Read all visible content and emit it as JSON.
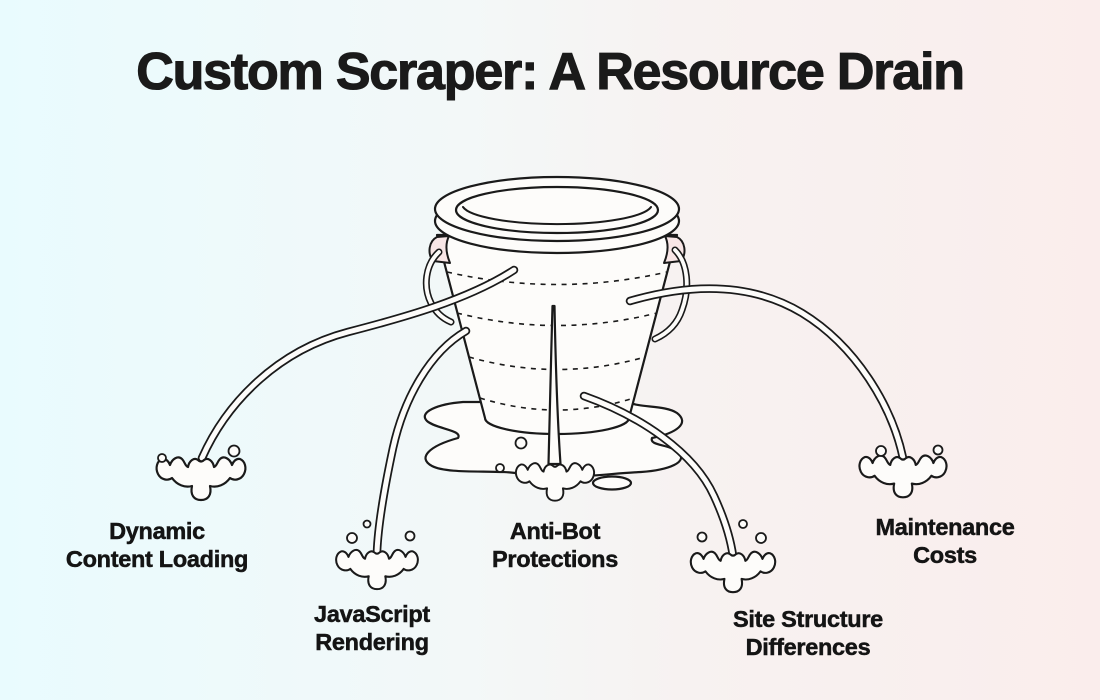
{
  "title": "Custom Scraper: A Resource Drain",
  "labels": [
    {
      "id": "dynamic-content-loading",
      "lines": [
        "Dynamic",
        "Content Loading"
      ]
    },
    {
      "id": "javascript-rendering",
      "lines": [
        "JavaScript",
        "Rendering"
      ]
    },
    {
      "id": "anti-bot-protections",
      "lines": [
        "Anti-Bot",
        "Protections"
      ]
    },
    {
      "id": "site-structure-differences",
      "lines": [
        "Site Structure",
        "Differences"
      ]
    },
    {
      "id": "maintenance-costs",
      "lines": [
        "Maintenance",
        "Costs"
      ]
    }
  ],
  "illustration": {
    "name": "leaky-bucket",
    "elements": [
      "bucket-icon",
      "bucket-handle-icon",
      "water-stream-icon",
      "splash-icon",
      "puddle-icon",
      "droplet-icon"
    ]
  },
  "colors": {
    "background_left": "#e9fbfe",
    "background_right": "#faedec",
    "ink": "#1a1a1a",
    "paper": "#fdfcfa",
    "handle_ear": "#f8e6e6"
  }
}
